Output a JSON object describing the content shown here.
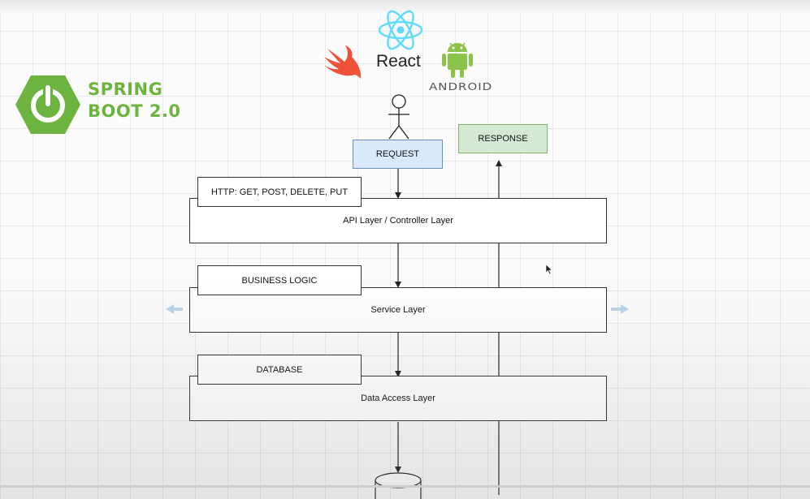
{
  "logos": {
    "spring_line1": "SPRING",
    "spring_line2": "BOOT 2.0",
    "react": "React",
    "android": "ANDROID"
  },
  "diagram": {
    "request": "REQUEST",
    "response": "RESPONSE",
    "api_tag": "HTTP: GET, POST, DELETE, PUT",
    "api_layer": "API Layer / Controller Layer",
    "service_tag": "BUSINESS LOGIC",
    "service_layer": "Service Layer",
    "data_tag": "DATABASE",
    "data_layer": "Data Access Layer"
  },
  "colors": {
    "spring_green": "#6db33f",
    "react_blue": "#61dafb",
    "android_green": "#8bc34a",
    "swift_orange": "#f05138",
    "request_fill": "#dae8fc",
    "request_border": "#6c8ebf",
    "response_fill": "#d5e8d4",
    "response_border": "#82b366"
  }
}
